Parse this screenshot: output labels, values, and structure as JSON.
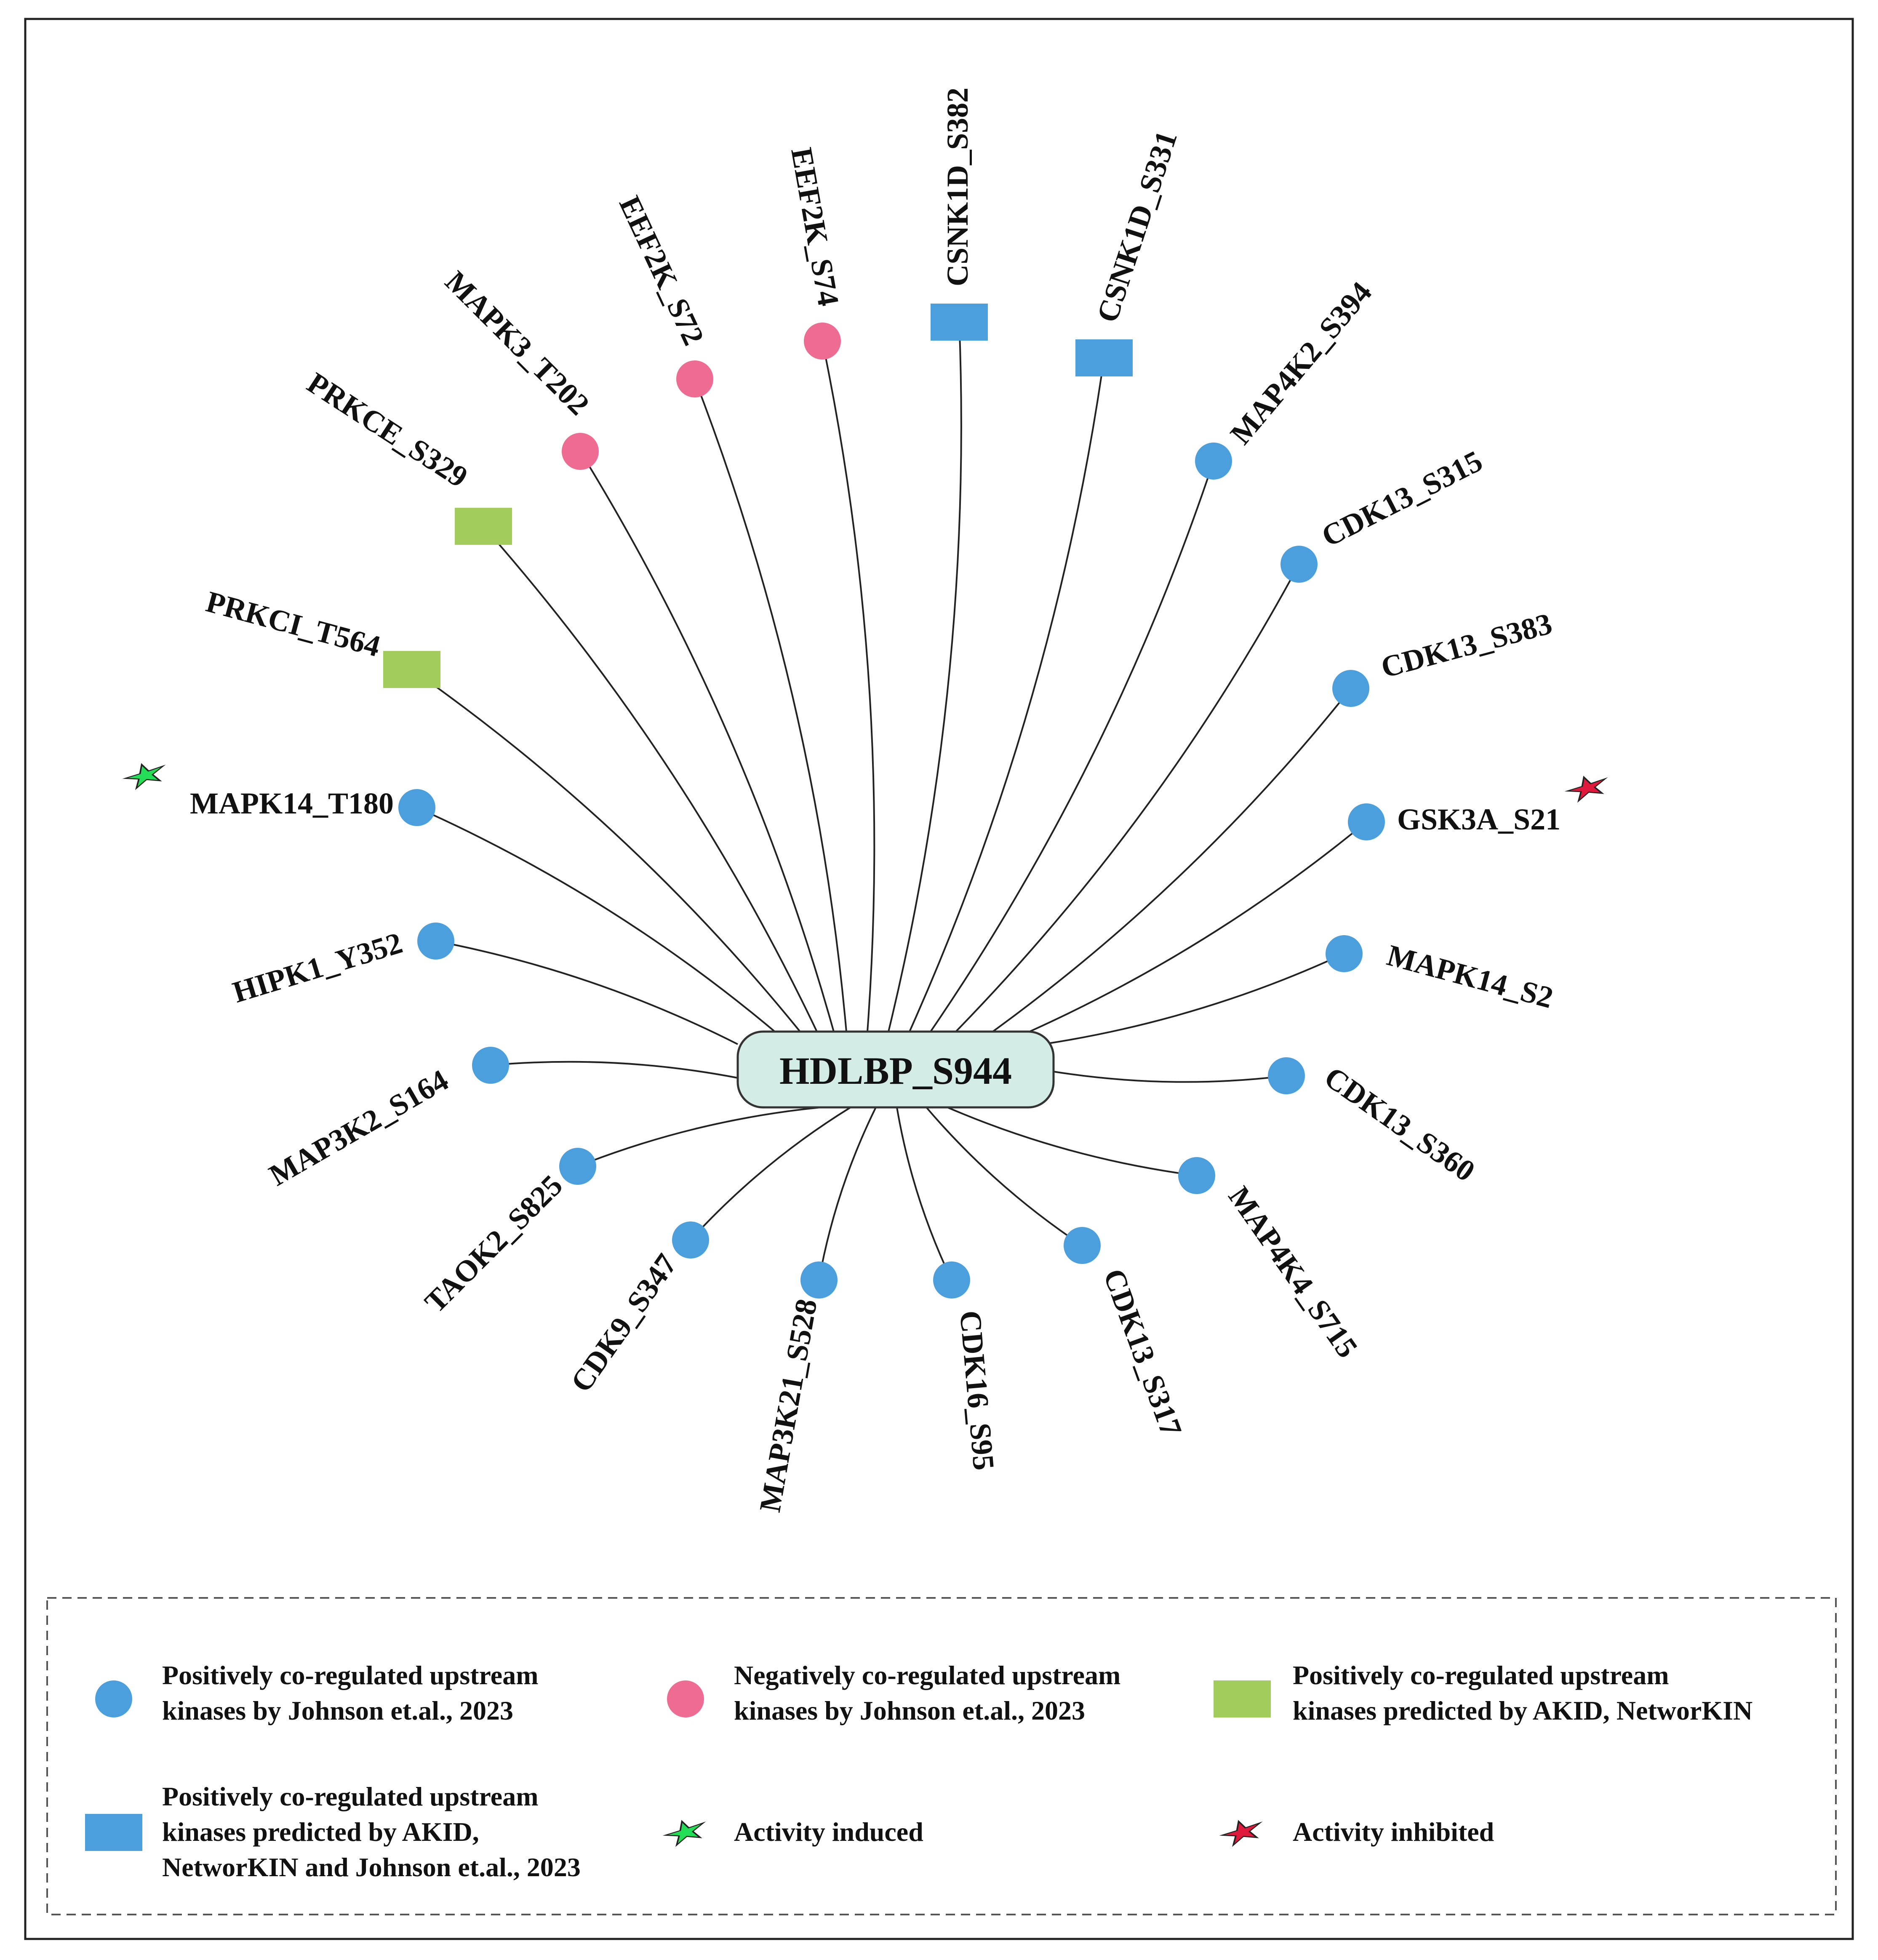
{
  "center": {
    "label": "HDLBP_S944",
    "fill": "#d4ece6",
    "stroke": "#333333"
  },
  "colors": {
    "positive_johnson": "#4a9fdc",
    "negative_johnson": "#ee6b92",
    "positive_akid": "#a2cc5c",
    "positive_akid_johnson": "#4a9fdc",
    "induced_star": "#22dd55",
    "inhibited_star": "#e01a3c"
  },
  "nodes": [
    {
      "id": "mapk3-t202",
      "label": "MAPK3_T202",
      "category": "negative_johnson"
    },
    {
      "id": "eef2k-s72",
      "label": "EEF2K_S72",
      "category": "negative_johnson"
    },
    {
      "id": "eef2k-s74",
      "label": "EEF2K_S74",
      "category": "negative_johnson"
    },
    {
      "id": "csnk1d-s382",
      "label": "CSNK1D_S382",
      "category": "positive_akid_johnson"
    },
    {
      "id": "csnk1d-s331",
      "label": "CSNK1D_S331",
      "category": "positive_akid_johnson"
    },
    {
      "id": "map4k2-s394",
      "label": "MAP4K2_S394",
      "category": "positive_johnson"
    },
    {
      "id": "cdk13-s315",
      "label": "CDK13_S315",
      "category": "positive_johnson"
    },
    {
      "id": "cdk13-s383",
      "label": "CDK13_S383",
      "category": "positive_johnson"
    },
    {
      "id": "gsk3a-s21",
      "label": "GSK3A_S21",
      "category": "positive_johnson",
      "activity": "inhibited"
    },
    {
      "id": "mapk14-s2",
      "label": "MAPK14_S2",
      "category": "positive_johnson"
    },
    {
      "id": "cdk13-s360",
      "label": "CDK13_S360",
      "category": "positive_johnson"
    },
    {
      "id": "map4k4-s715",
      "label": "MAP4K4_S715",
      "category": "positive_johnson"
    },
    {
      "id": "cdk13-s317",
      "label": "CDK13_S317",
      "category": "positive_johnson"
    },
    {
      "id": "cdk16-s95",
      "label": "CDK16_S95",
      "category": "positive_johnson"
    },
    {
      "id": "map3k21-s528",
      "label": "MAP3K21_S528",
      "category": "positive_johnson"
    },
    {
      "id": "cdk9-s347",
      "label": "CDK9_S347",
      "category": "positive_johnson"
    },
    {
      "id": "taok2-s825",
      "label": "TAOK2_S825",
      "category": "positive_johnson"
    },
    {
      "id": "map3k2-s164",
      "label": "MAP3K2_S164",
      "category": "positive_johnson"
    },
    {
      "id": "hipk1-y352",
      "label": "HIPK1_Y352",
      "category": "positive_johnson"
    },
    {
      "id": "mapk14-t180",
      "label": "MAPK14_T180",
      "category": "positive_johnson",
      "activity": "induced"
    },
    {
      "id": "prkci-t564",
      "label": "PRKCI_T564",
      "category": "positive_akid"
    },
    {
      "id": "prkce-s329",
      "label": "PRKCE_S329",
      "category": "positive_akid"
    }
  ],
  "legend": [
    {
      "key": "positive_johnson",
      "shape": "circle",
      "lines": [
        "Positively co-regulated upstream",
        "kinases by Johnson et.al., 2023"
      ]
    },
    {
      "key": "negative_johnson",
      "shape": "circle",
      "lines": [
        "Negatively co-regulated upstream",
        "kinases  by Johnson et.al., 2023"
      ]
    },
    {
      "key": "positive_akid",
      "shape": "rect",
      "lines": [
        "Positively co-regulated upstream",
        "kinases  predicted  by AKID, NetworKIN"
      ]
    },
    {
      "key": "positive_akid_johnson",
      "shape": "rect",
      "lines": [
        "Positively co-regulated upstream",
        "kinases  predicted  by AKID,",
        "NetworKIN and Johnson et.al., 2023"
      ]
    },
    {
      "key": "induced_star",
      "shape": "star",
      "lines": [
        "Activity induced"
      ]
    },
    {
      "key": "inhibited_star",
      "shape": "star",
      "lines": [
        "Activity inhibited"
      ]
    }
  ]
}
